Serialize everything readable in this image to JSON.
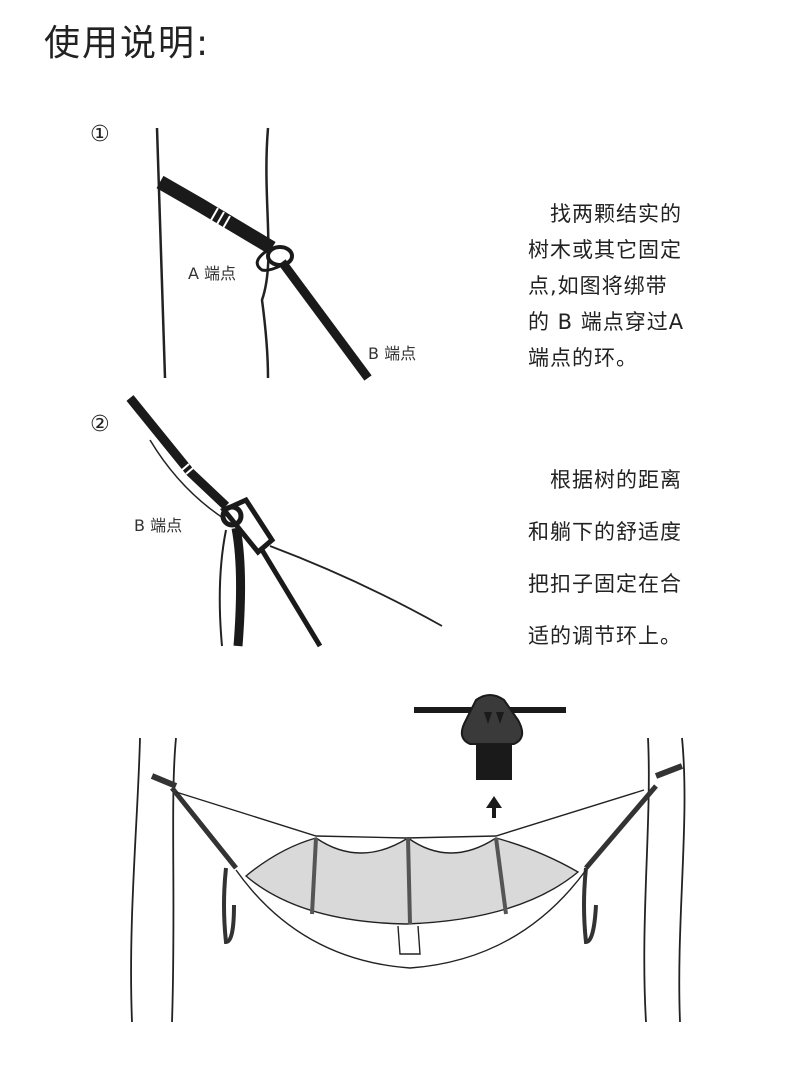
{
  "title": "使用说明:",
  "steps": [
    {
      "number": "①",
      "label_a": "A 端点",
      "label_b": "B 端点",
      "lines": [
        "找两颗结实的",
        "树木或其它固定",
        "点,如图将绑带",
        "的 B 端点穿过A",
        "端点的环。"
      ]
    },
    {
      "number": "②",
      "label_b": "B 端点",
      "lines": [
        "根据树的距离",
        "和躺下的舒适度",
        "把扣子固定在合",
        "适的调节环上。"
      ]
    }
  ],
  "colors": {
    "strap": "#1a1a1a",
    "net": "#d9d9d9",
    "line": "#222222"
  }
}
